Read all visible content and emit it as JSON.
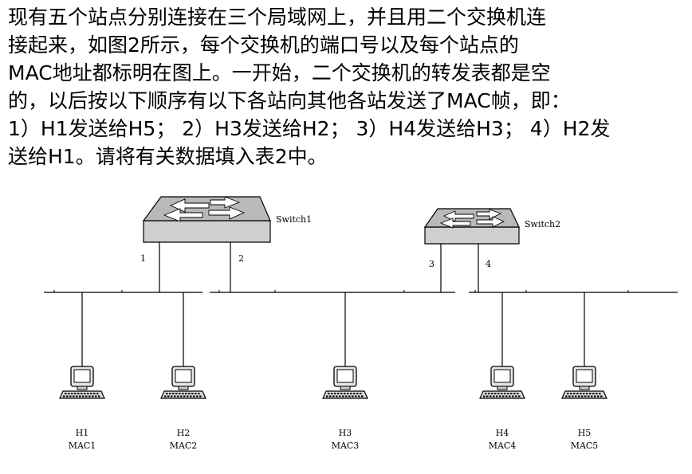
{
  "problem": {
    "lines": [
      "现有五个站点分别连接在三个局域网上，并且用二个交换机连",
      "接起来，如图2所示，每个交换机的端口号以及每个站点的",
      "MAC地址都标明在图上。一开始，二个交换机的转发表都是空",
      "的，以后按以下顺序有以下各站向其他各站发送了MAC帧，即：",
      "1）H1发送给H5； 2）H3发送给H2； 3）H4发送给H3； 4）H2发",
      "送给H1。请将有关数据填入表2中。"
    ]
  },
  "switches": [
    {
      "name": "Switch1",
      "ports": [
        "1",
        "2"
      ]
    },
    {
      "name": "Switch2",
      "ports": [
        "3",
        "4"
      ]
    }
  ],
  "hosts": [
    {
      "name": "H1",
      "mac": "MAC1"
    },
    {
      "name": "H2",
      "mac": "MAC2"
    },
    {
      "name": "H3",
      "mac": "MAC3"
    },
    {
      "name": "H4",
      "mac": "MAC4"
    },
    {
      "name": "H5",
      "mac": "MAC5"
    }
  ],
  "icons": {
    "switch": "switch-icon",
    "computer": "computer-icon"
  }
}
